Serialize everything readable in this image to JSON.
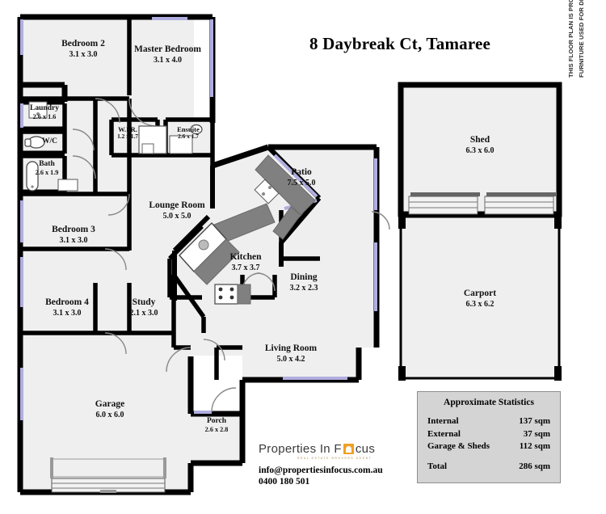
{
  "title": "8 Daybreak Ct, Tamaree",
  "rooms": [
    {
      "name": "Bedroom 2",
      "dim": "3.1 x 3.0"
    },
    {
      "name": "Master Bedroom",
      "dim": "3.1 x 4.0"
    },
    {
      "name": "Laundry",
      "dim": "2.6 x 1.6"
    },
    {
      "name": "W/C",
      "dim": ""
    },
    {
      "name": "Bath",
      "dim": "2.6 x 1.9"
    },
    {
      "name": "W.I.R.",
      "dim": "1.2 x 1.7"
    },
    {
      "name": "Ensuite",
      "dim": "2.6 x 1.7"
    },
    {
      "name": "Patio",
      "dim": "7.5 x 5.0"
    },
    {
      "name": "Lounge Room",
      "dim": "5.0 x 5.0"
    },
    {
      "name": "Kitchen",
      "dim": "3.7 x 3.7"
    },
    {
      "name": "Dining",
      "dim": "3.2 x 2.3"
    },
    {
      "name": "Bedroom 3",
      "dim": "3.1 x 3.0"
    },
    {
      "name": "Bedroom 4",
      "dim": "3.1 x 3.0"
    },
    {
      "name": "Study",
      "dim": "2.1 x 3.0"
    },
    {
      "name": "Living Room",
      "dim": "5.0 x 4.2"
    },
    {
      "name": "Garage",
      "dim": "6.0 x 6.0"
    },
    {
      "name": "Porch",
      "dim": "2.6 x 2.8"
    },
    {
      "name": "Shed",
      "dim": "6.3 x 6.0"
    },
    {
      "name": "Carport",
      "dim": "6.3 x 6.2"
    }
  ],
  "statistics": {
    "heading": "Approximate Statistics",
    "rows": [
      {
        "label": "Internal",
        "value": "137 sqm"
      },
      {
        "label": "External",
        "value": "37 sqm"
      },
      {
        "label": "Garage & Sheds",
        "value": "112 sqm"
      }
    ],
    "total": {
      "label": "Total",
      "value": "286 sqm"
    }
  },
  "branding": {
    "name_part1": "Properties In F",
    "name_part2": "cus",
    "tagline": "REAL ESTATE BROKERS AGENT",
    "email": "info@propertiesinfocus.com.au",
    "phone": "0400 180 501"
  },
  "disclaimer": "THIS FLOOR PLAN IS PROVIDED WITHOUT WARRANTY OF ANY KIND. ALL DIMENSIONS ARE APPROXIMATE AND FURNITURE USED FOR DEMONSTRATION PURPOSES ONLY.",
  "colors": {
    "wall": "#000000",
    "floor": "#efefef",
    "window": "#b0aee0",
    "fixture": "#808080",
    "stats_bg": "#d4d4d4",
    "logo_accent": "#f0a024"
  }
}
